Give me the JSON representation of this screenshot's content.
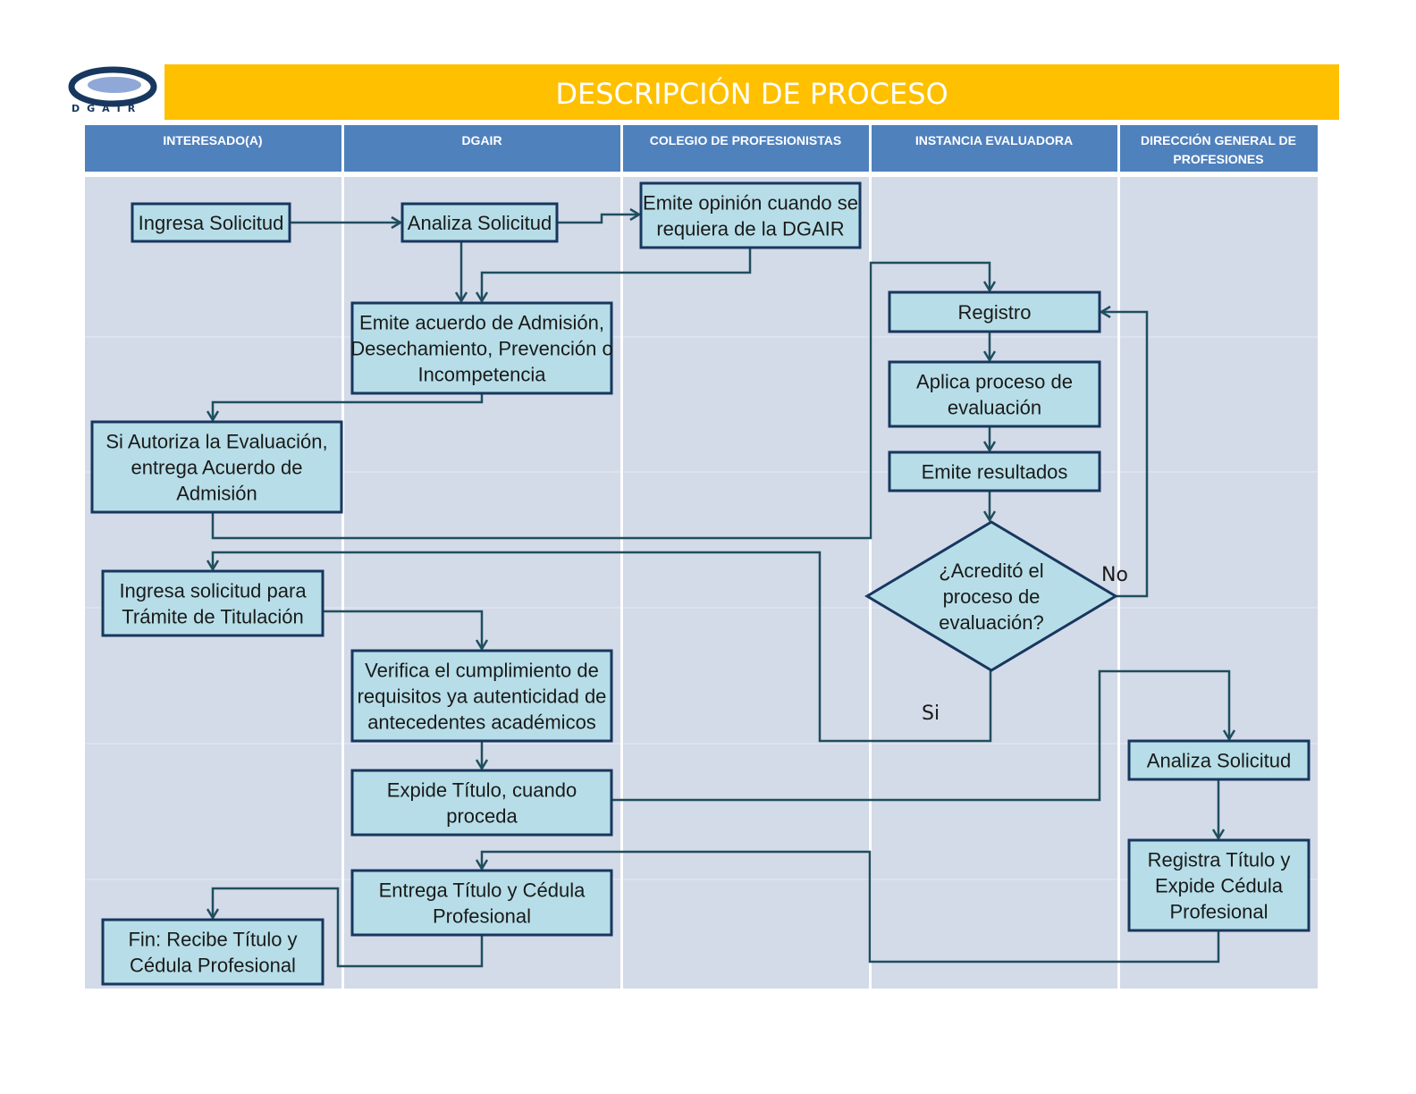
{
  "banner": {
    "title": "DESCRIPCIÓN DE PROCESO",
    "color": "#ffc000"
  },
  "logo": {
    "text": "DGAIR"
  },
  "lanes": [
    {
      "id": "interesado",
      "label_lines": [
        "INTERESADO(A)"
      ]
    },
    {
      "id": "dgair",
      "label_lines": [
        "DGAIR"
      ]
    },
    {
      "id": "colegio",
      "label_lines": [
        "COLEGIO DE PROFESIONISTAS"
      ]
    },
    {
      "id": "instancia",
      "label_lines": [
        "INSTANCIA EVALUADORA"
      ]
    },
    {
      "id": "direccion",
      "label_lines": [
        "DIRECCIÓN GENERAL DE",
        "PROFESIONES"
      ]
    }
  ],
  "nodes": [
    {
      "id": "ingresa-solicitud",
      "shape": "box",
      "lines": [
        "Ingresa Solicitud"
      ]
    },
    {
      "id": "analiza-solicitud-dgair",
      "shape": "box",
      "lines": [
        "Analiza Solicitud"
      ]
    },
    {
      "id": "emite-opinion",
      "shape": "box",
      "lines": [
        "Emite opinión cuando se",
        "requiera de la DGAIR"
      ]
    },
    {
      "id": "emite-acuerdo",
      "shape": "box",
      "lines": [
        "Emite acuerdo de Admisión,",
        "Desechamiento, Prevención o",
        "Incompetencia"
      ]
    },
    {
      "id": "si-autoriza",
      "shape": "box",
      "lines": [
        "Si Autoriza la Evaluación,",
        "entrega Acuerdo de",
        "Admisión"
      ]
    },
    {
      "id": "registro",
      "shape": "box",
      "lines": [
        "Registro"
      ]
    },
    {
      "id": "aplica-proceso",
      "shape": "box",
      "lines": [
        "Aplica proceso de",
        "evaluación"
      ]
    },
    {
      "id": "emite-resultados",
      "shape": "box",
      "lines": [
        "Emite resultados"
      ]
    },
    {
      "id": "acredito",
      "shape": "diamond",
      "lines": [
        "¿Acreditó el",
        "proceso de",
        "evaluación?"
      ]
    },
    {
      "id": "ingresa-titulacion",
      "shape": "box",
      "lines": [
        "Ingresa solicitud para",
        "Trámite de Titulación"
      ]
    },
    {
      "id": "verifica",
      "shape": "box",
      "lines": [
        "Verifica el cumplimiento de",
        "requisitos ya autenticidad de",
        "antecedentes académicos"
      ]
    },
    {
      "id": "expide-titulo",
      "shape": "box",
      "lines": [
        "Expide Título,  cuando",
        "proceda"
      ]
    },
    {
      "id": "analiza-solicitud-dgp",
      "shape": "box",
      "lines": [
        "Analiza Solicitud"
      ]
    },
    {
      "id": "registra-titulo",
      "shape": "box",
      "lines": [
        "Registra Título y",
        "Expide Cédula",
        "Profesional"
      ]
    },
    {
      "id": "entrega-titulo",
      "shape": "box",
      "lines": [
        "Entrega Título y Cédula",
        "Profesional"
      ]
    },
    {
      "id": "fin",
      "shape": "box",
      "lines": [
        "Fin: Recibe Título y",
        "Cédula Profesional"
      ]
    }
  ],
  "edges": [
    {
      "from": "ingresa-solicitud",
      "to": "analiza-solicitud-dgair"
    },
    {
      "from": "analiza-solicitud-dgair",
      "to": "emite-opinion"
    },
    {
      "from": "analiza-solicitud-dgair",
      "to": "emite-acuerdo"
    },
    {
      "from": "emite-opinion",
      "to": "emite-acuerdo"
    },
    {
      "from": "emite-acuerdo",
      "to": "si-autoriza"
    },
    {
      "from": "si-autoriza",
      "to": "registro"
    },
    {
      "from": "registro",
      "to": "aplica-proceso"
    },
    {
      "from": "aplica-proceso",
      "to": "emite-resultados"
    },
    {
      "from": "emite-resultados",
      "to": "acredito"
    },
    {
      "from": "acredito",
      "to": "registro",
      "label": "No"
    },
    {
      "from": "acredito",
      "to": "ingresa-titulacion",
      "label": "Si"
    },
    {
      "from": "ingresa-titulacion",
      "to": "verifica"
    },
    {
      "from": "verifica",
      "to": "expide-titulo"
    },
    {
      "from": "expide-titulo",
      "to": "analiza-solicitud-dgp"
    },
    {
      "from": "analiza-solicitud-dgp",
      "to": "registra-titulo"
    },
    {
      "from": "registra-titulo",
      "to": "entrega-titulo"
    },
    {
      "from": "entrega-titulo",
      "to": "fin"
    }
  ]
}
